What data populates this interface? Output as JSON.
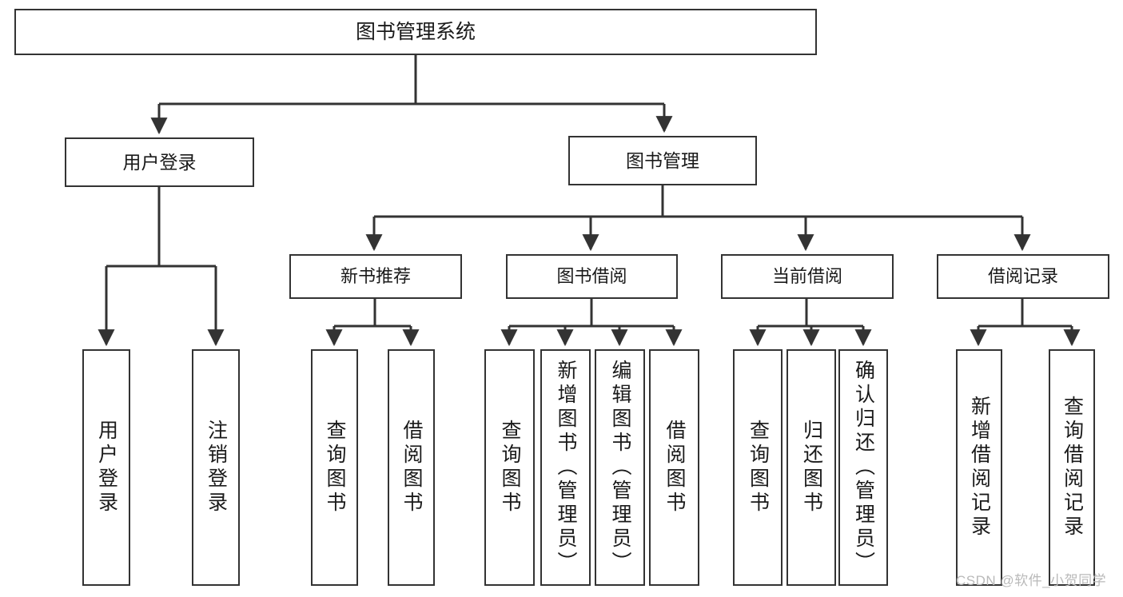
{
  "diagram": {
    "title": "图书管理系统",
    "type": "tree",
    "root": {
      "id": "root",
      "label": "图书管理系统"
    },
    "level2": [
      {
        "id": "user-login",
        "label": "用户登录"
      },
      {
        "id": "book-management",
        "label": "图书管理"
      }
    ],
    "level3": [
      {
        "id": "new-book-recommend",
        "label": "新书推荐"
      },
      {
        "id": "book-borrow",
        "label": "图书借阅"
      },
      {
        "id": "current-borrow",
        "label": "当前借阅"
      },
      {
        "id": "borrow-record",
        "label": "借阅记录"
      }
    ],
    "leaves": {
      "user_login": [
        {
          "id": "leaf-user-login",
          "label": "用户登录"
        },
        {
          "id": "leaf-logout-login",
          "label": "注销登录"
        }
      ],
      "new_book_recommend": [
        {
          "id": "leaf-query-book-1",
          "label": "查询图书"
        },
        {
          "id": "leaf-borrow-book-1",
          "label": "借阅图书"
        }
      ],
      "book_borrow": [
        {
          "id": "leaf-query-book-2",
          "label": "查询图书"
        },
        {
          "id": "leaf-add-book",
          "label": "新增图书（管理员）"
        },
        {
          "id": "leaf-edit-book",
          "label": "编辑图书（管理员）"
        },
        {
          "id": "leaf-borrow-book-2",
          "label": "借阅图书"
        }
      ],
      "current_borrow": [
        {
          "id": "leaf-query-book-3",
          "label": "查询图书"
        },
        {
          "id": "leaf-return-book",
          "label": "归还图书"
        },
        {
          "id": "leaf-confirm-return",
          "label": "确认归还（管理员）"
        }
      ],
      "borrow_record": [
        {
          "id": "leaf-add-record",
          "label": "新增借阅记录"
        },
        {
          "id": "leaf-query-record",
          "label": "查询借阅记录"
        }
      ]
    }
  },
  "watermark": {
    "text": "CSDN @软件_小贺同学"
  },
  "colors": {
    "stroke": "#333333",
    "background": "#ffffff",
    "text": "#1a1a1a",
    "watermark": "#b9b9b9"
  }
}
